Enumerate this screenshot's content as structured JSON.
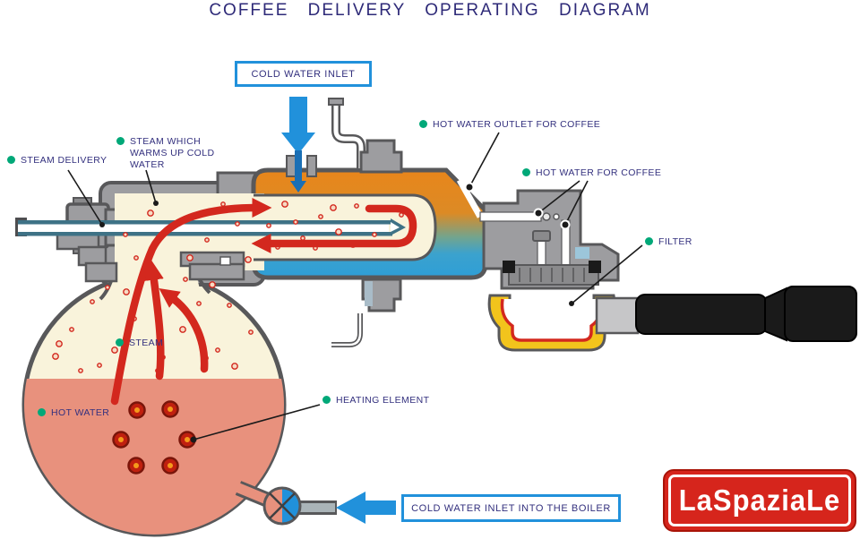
{
  "title": "COFFEE DELIVERY OPERATING DIAGRAM",
  "callouts": {
    "steam_delivery": {
      "label": "STEAM DELIVERY"
    },
    "steam_which_warms": {
      "label": "STEAM WHICH WARMS UP COLD WATER"
    },
    "hot_water_outlet": {
      "label": "HOT WATER OUTLET FOR COFFEE"
    },
    "hot_water_for_coffee": {
      "label": "HOT WATER FOR COFFEE"
    },
    "filter": {
      "label": "FILTER"
    },
    "steam": {
      "label": "STEAM"
    },
    "hot_water": {
      "label": "HOT WATER"
    },
    "heating_element": {
      "label": "HEATING ELEMENT"
    }
  },
  "boxes": {
    "cold_water_inlet": {
      "label": "COLD WATER INLET"
    },
    "cold_water_inlet_boiler": {
      "label": "COLD WATER INLET INTO THE BOILER"
    }
  },
  "logo": {
    "brand": "LaSpaziaLe"
  },
  "colors": {
    "label_text": "#33307E",
    "bullet_green": "#00A878",
    "water_blue": "#2191DB",
    "steam_cream": "#F9F3DB",
    "hot_water_salmon": "#E8917D",
    "flow_red": "#D3281E",
    "metal_gray": "#9D9DA0",
    "outline_gray": "#58585A",
    "heat_orange": "#E8871C",
    "portafilter_yellow": "#F2C41C",
    "logo_red": "#D6251C"
  }
}
